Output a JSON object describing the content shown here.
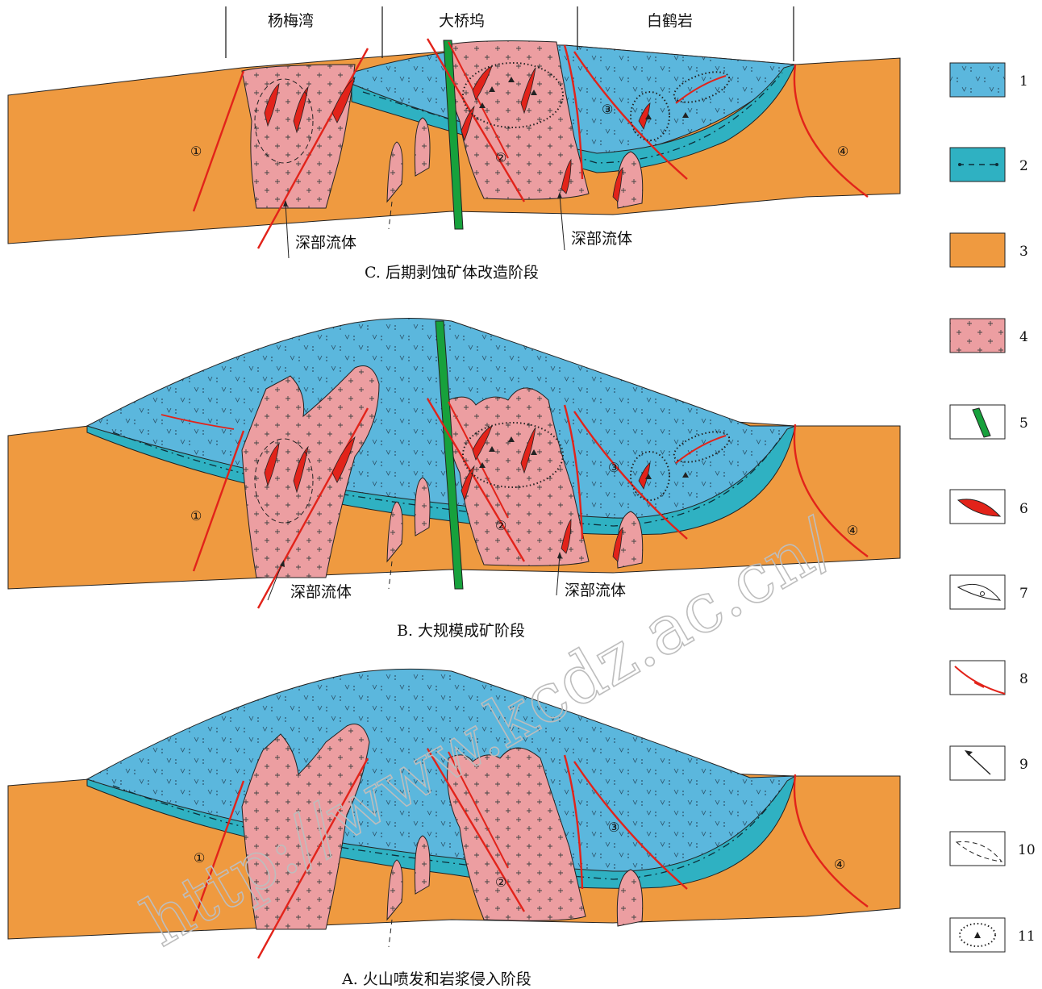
{
  "locations": [
    "杨梅湾",
    "大桥坞",
    "白鹤岩"
  ],
  "deep_fluid_label": "深部流体",
  "stages": [
    {
      "id": "C",
      "caption": "C. 后期剥蚀矿体改造阶段"
    },
    {
      "id": "B",
      "caption": "B. 大规模成矿阶段"
    },
    {
      "id": "A",
      "caption": "A. 火山喷发和岩浆侵入阶段"
    }
  ],
  "fault_labels": [
    "①",
    "②",
    "③",
    "④"
  ],
  "legend": [
    "1",
    "2",
    "3",
    "4",
    "5",
    "6",
    "7",
    "8",
    "9",
    "10",
    "11"
  ],
  "watermark": "http://www.kcdz.ac.cn/",
  "colors": {
    "volcanic": "#5bb7dd",
    "tuff_layer": "#2fb1c2",
    "basement": "#ef9a40",
    "granite": "#ec9ea1",
    "dike": "#17a13c",
    "ore": "#e2231a",
    "fault": "#e2231a"
  }
}
